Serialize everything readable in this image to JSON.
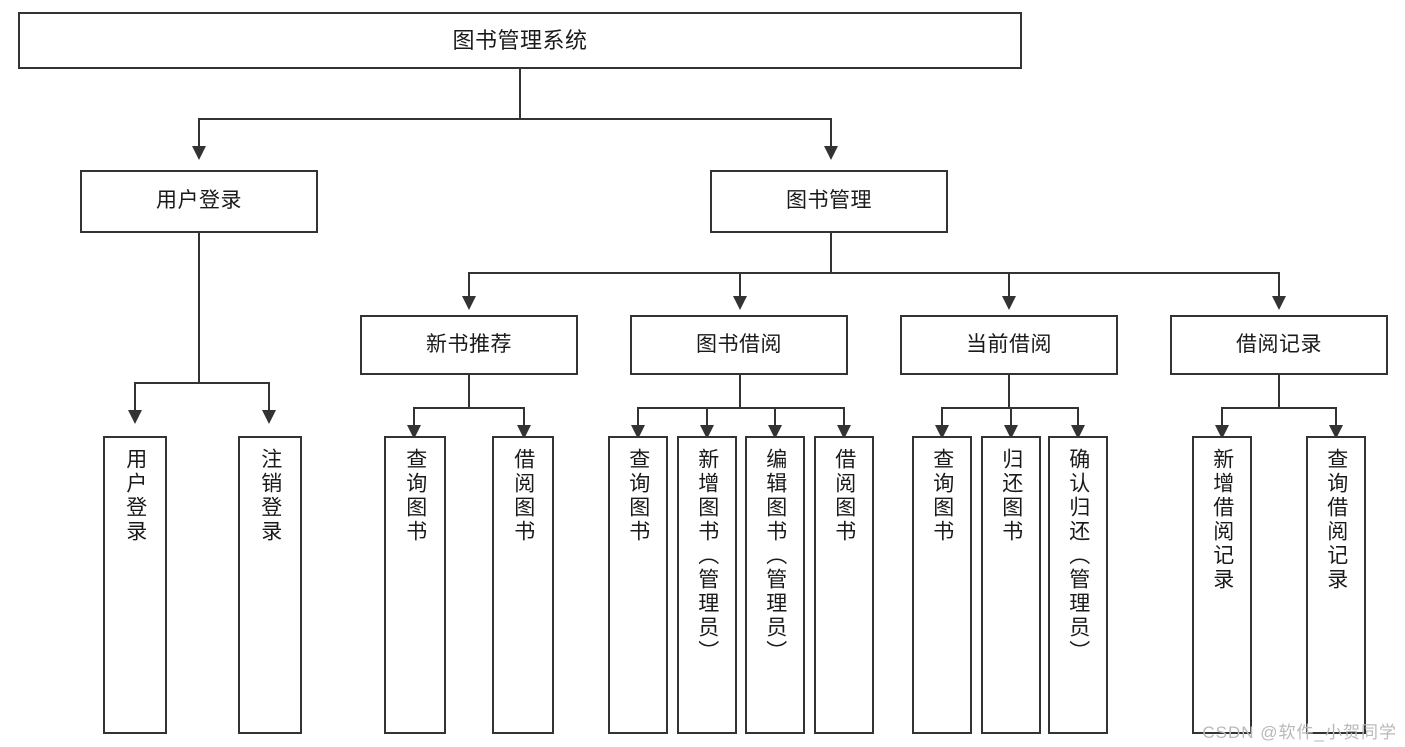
{
  "diagram": {
    "title": "图书管理系统",
    "type": "tree-hierarchy",
    "colors": {
      "stroke": "#333333",
      "fill": "#ffffff",
      "text": "#1a1a1a",
      "watermark": "#b9b9b9"
    },
    "root": {
      "label": "图书管理系统"
    },
    "level2": [
      {
        "label": "用户登录"
      },
      {
        "label": "图书管理"
      }
    ],
    "level3": [
      {
        "label": "新书推荐"
      },
      {
        "label": "图书借阅"
      },
      {
        "label": "当前借阅"
      },
      {
        "label": "借阅记录"
      }
    ],
    "leaves": [
      {
        "label": "用户登录",
        "parent": "用户登录"
      },
      {
        "label": "注销登录",
        "parent": "用户登录"
      },
      {
        "label": "查询图书",
        "parent": "新书推荐"
      },
      {
        "label": "借阅图书",
        "parent": "新书推荐"
      },
      {
        "label": "查询图书",
        "parent": "图书借阅"
      },
      {
        "label": "新增图书（管理员）",
        "parent": "图书借阅"
      },
      {
        "label": "编辑图书（管理员）",
        "parent": "图书借阅"
      },
      {
        "label": "借阅图书",
        "parent": "图书借阅"
      },
      {
        "label": "查询图书",
        "parent": "当前借阅"
      },
      {
        "label": "归还图书",
        "parent": "当前借阅"
      },
      {
        "label": "确认归还（管理员）",
        "parent": "当前借阅"
      },
      {
        "label": "新增借阅记录",
        "parent": "借阅记录"
      },
      {
        "label": "查询借阅记录",
        "parent": "借阅记录"
      }
    ]
  },
  "watermark": {
    "text": "CSDN @软件_小贺同学"
  }
}
